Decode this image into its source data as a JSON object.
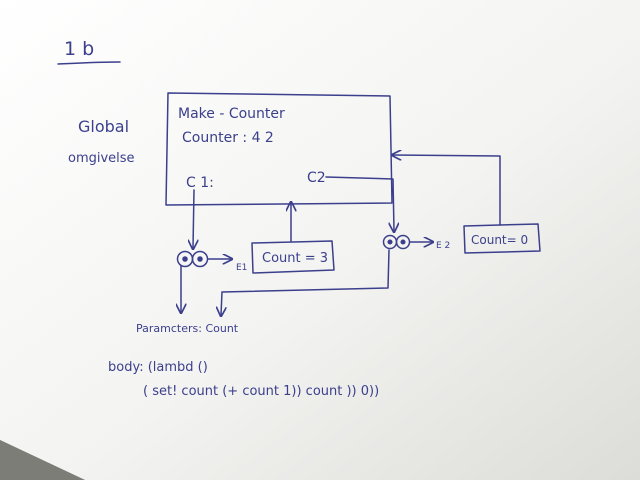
{
  "page": {
    "title": "1 b",
    "env_label_line1": "Global",
    "env_label_line2": "omgivelse"
  },
  "global_frame": {
    "line1": "Make - Counter",
    "line2": "Counter : 4 2",
    "slot_c1": "C 1:",
    "slot_c2": "C2"
  },
  "environments": [
    {
      "label": "E1",
      "binding": "Count = 3"
    },
    {
      "label": "E 2",
      "binding": "Count= 0"
    }
  ],
  "procedure": {
    "parameters": "Paramcters: Count",
    "body_line1": "body: (lambd ()",
    "body_line2": "( set! count (+ count 1)) count )) 0))"
  },
  "colors": {
    "ink": "#3b3f8c",
    "paper": "#f4f4f2",
    "background": "#8c8c86"
  }
}
